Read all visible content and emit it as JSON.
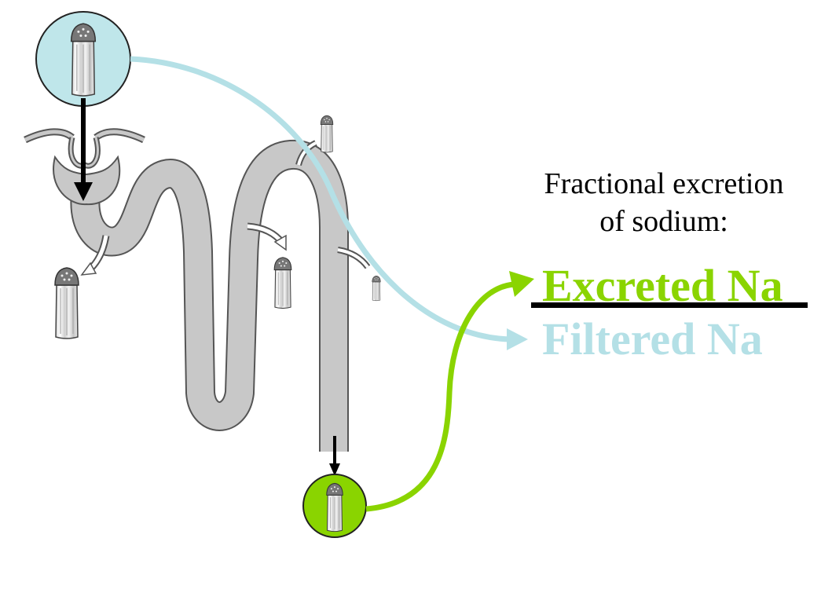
{
  "formula": {
    "title_line1": "Fractional excretion",
    "title_line2": "of sodium:",
    "numerator": "Excreted Na",
    "denominator": "Filtered Na"
  },
  "colors": {
    "filtered": "#b4e0e6",
    "filtered_circle": "#bfe6ea",
    "excreted": "#8ad400",
    "tubule_fill": "#c8c8c8",
    "tubule_stroke": "#555555",
    "arrow": "#000000"
  },
  "icons": {
    "salt_shaker": "salt-shaker-icon"
  }
}
